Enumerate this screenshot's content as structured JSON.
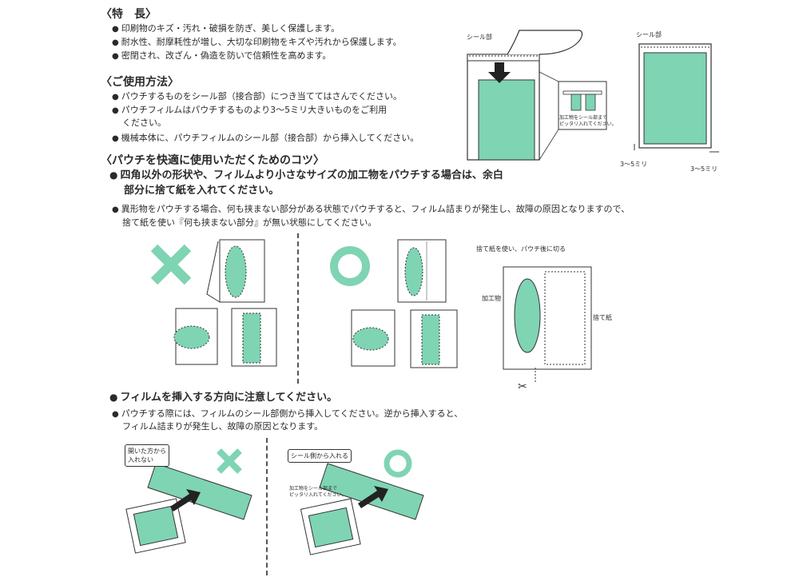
{
  "colors": {
    "accent": "#7fd4b3",
    "accent_dark": "#4bbf95",
    "line": "#333333"
  },
  "features": {
    "heading": "〈特　長〉",
    "items": [
      "印刷物のキズ・汚れ・破損を防ぎ、美しく保護します。",
      "耐水性、耐摩耗性が増し、大切な印刷物をキズや汚れから保護します。",
      "密閉され、改ざん・偽造を防いで信頼性を高めます。"
    ]
  },
  "usage": {
    "heading": "〈ご使用方法〉",
    "items": [
      "パウチするものをシール部（接合部）につき当ててはさんでください。",
      "パウチフィルムはパウチするものより3～5ミリ大きいものをご利用",
      "ください。",
      "機械本体に、パウチフィルムのシール部（接合部）から挿入してください。"
    ]
  },
  "tips": {
    "heading": "〈パウチを快適に使用いただくためのコツ〉",
    "lead_line1": "四角以外の形状や、フィルムより小さなサイズの加工物をパウチする場合は、余白",
    "lead_line2": "部分に捨て紙を入れてください。",
    "note_line1": "異形物をパウチする場合、何も挟まない部分がある状態でパウチすると、フィルム詰まりが発生し、故障の原因となりますので、",
    "note_line2": "捨て紙を使い『何も挟まない部分』が無い状態にしてください。"
  },
  "direction": {
    "lead": "フィルムを挿入する方向に注意してください。",
    "note_line1": "パウチする際には、フィルムのシール部側から挿入してください。逆から挿入すると、",
    "note_line2": "フィルム詰まりが発生し、故障の原因となります。"
  },
  "diagram_labels": {
    "seal_part": "シール部",
    "seal_part2": "シール部",
    "zoom_note_1": "加工物をシール部まで",
    "zoom_note_2": "ピッタリ入れてください。",
    "margin_a": "3～5ミリ",
    "margin_b": "3～5ミリ",
    "cut_note": "捨て紙を使い、パウチ後に切る",
    "workpiece": "加工物",
    "waste_paper": "捨て紙",
    "open_side_1": "開いた方から",
    "open_side_2": "入れない",
    "seal_side_in": "シール側から入れる",
    "zoom2_note_1": "加工物をシール部まで",
    "zoom2_note_2": "ピッタリ入れてください。"
  }
}
